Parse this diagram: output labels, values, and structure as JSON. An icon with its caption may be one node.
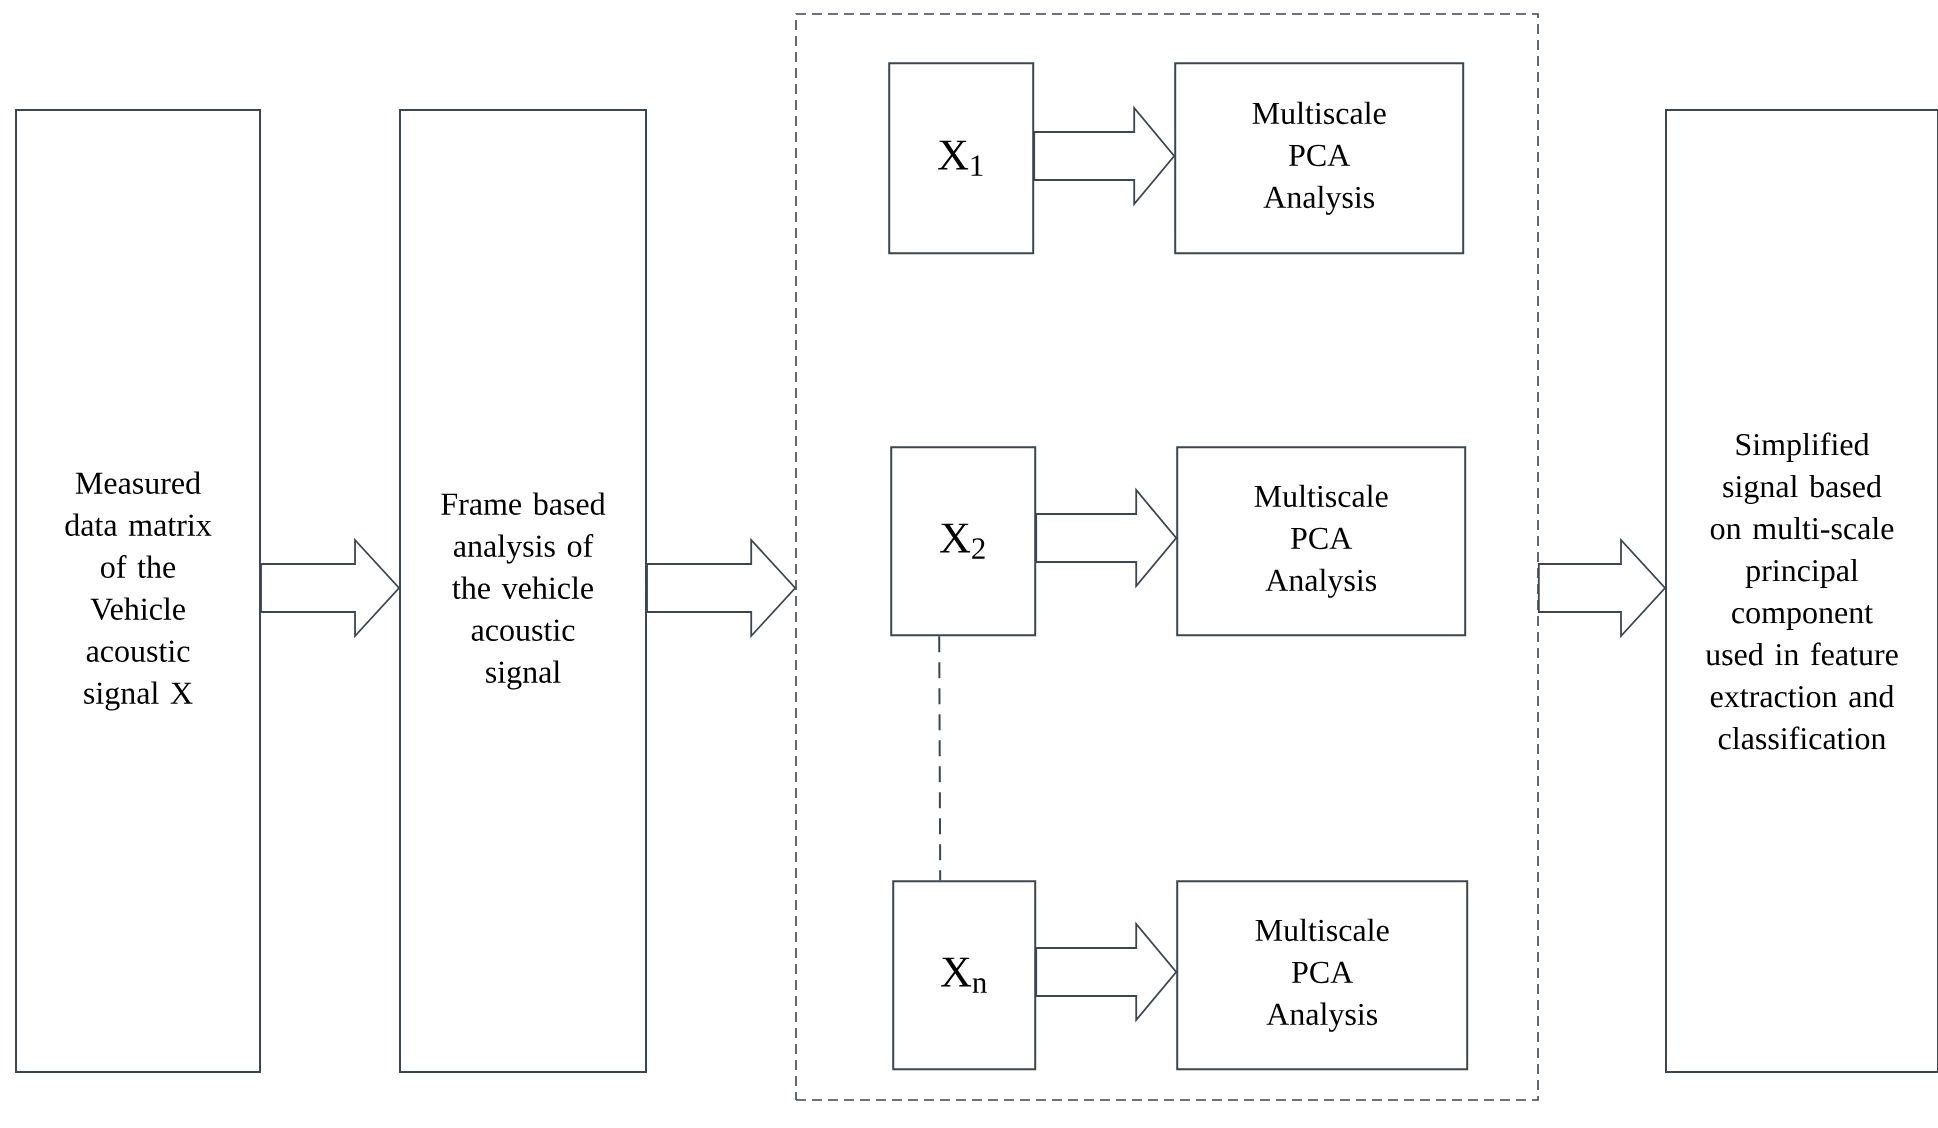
{
  "diagram": {
    "nodes": [
      {
        "text": [
          "Measured data matrix of the Vehicle acoustic signal X"
        ]
      },
      {
        "text": [
          "Frame based analysis of the vehicle acoustic signal"
        ]
      },
      {
        "text": [],
        "shape": "box"
      },
      {
        "text": [
          "X$_{1}$"
        ],
        "in": 2
      },
      {
        "text": [
          "Multiscale PCA Analysis"
        ],
        "in": 2
      },
      {
        "text": [
          "X$_{2}$"
        ],
        "in": 2
      },
      {
        "text": [
          "Multiscale PCA Analysis"
        ],
        "in": 2
      },
      {
        "text": [
          "X$_{n}$"
        ],
        "in": 2
      },
      {
        "text": [
          "Multiscale PCA Analysis"
        ],
        "in": 2
      },
      {
        "text": [
          "Simplified signal based on multi-scale principal component used in feature extraction and classification"
        ]
      }
    ],
    "edges": [
      {
        "from": 0,
        "to": 1,
        "arrow": "to"
      },
      {
        "from": 1,
        "to": 2,
        "arrow": "to"
      },
      {
        "from": 3,
        "to": 4,
        "arrow": "to"
      },
      {
        "from": 5,
        "to": 6,
        "arrow": "to"
      },
      {
        "from": 7,
        "to": 8,
        "arrow": "to"
      },
      {
        "from": 2,
        "to": 9,
        "arrow": "to"
      },
      {
        "from": 5,
        "to": 7,
        "arrow": "none",
        "style": "dashed"
      }
    ]
  }
}
